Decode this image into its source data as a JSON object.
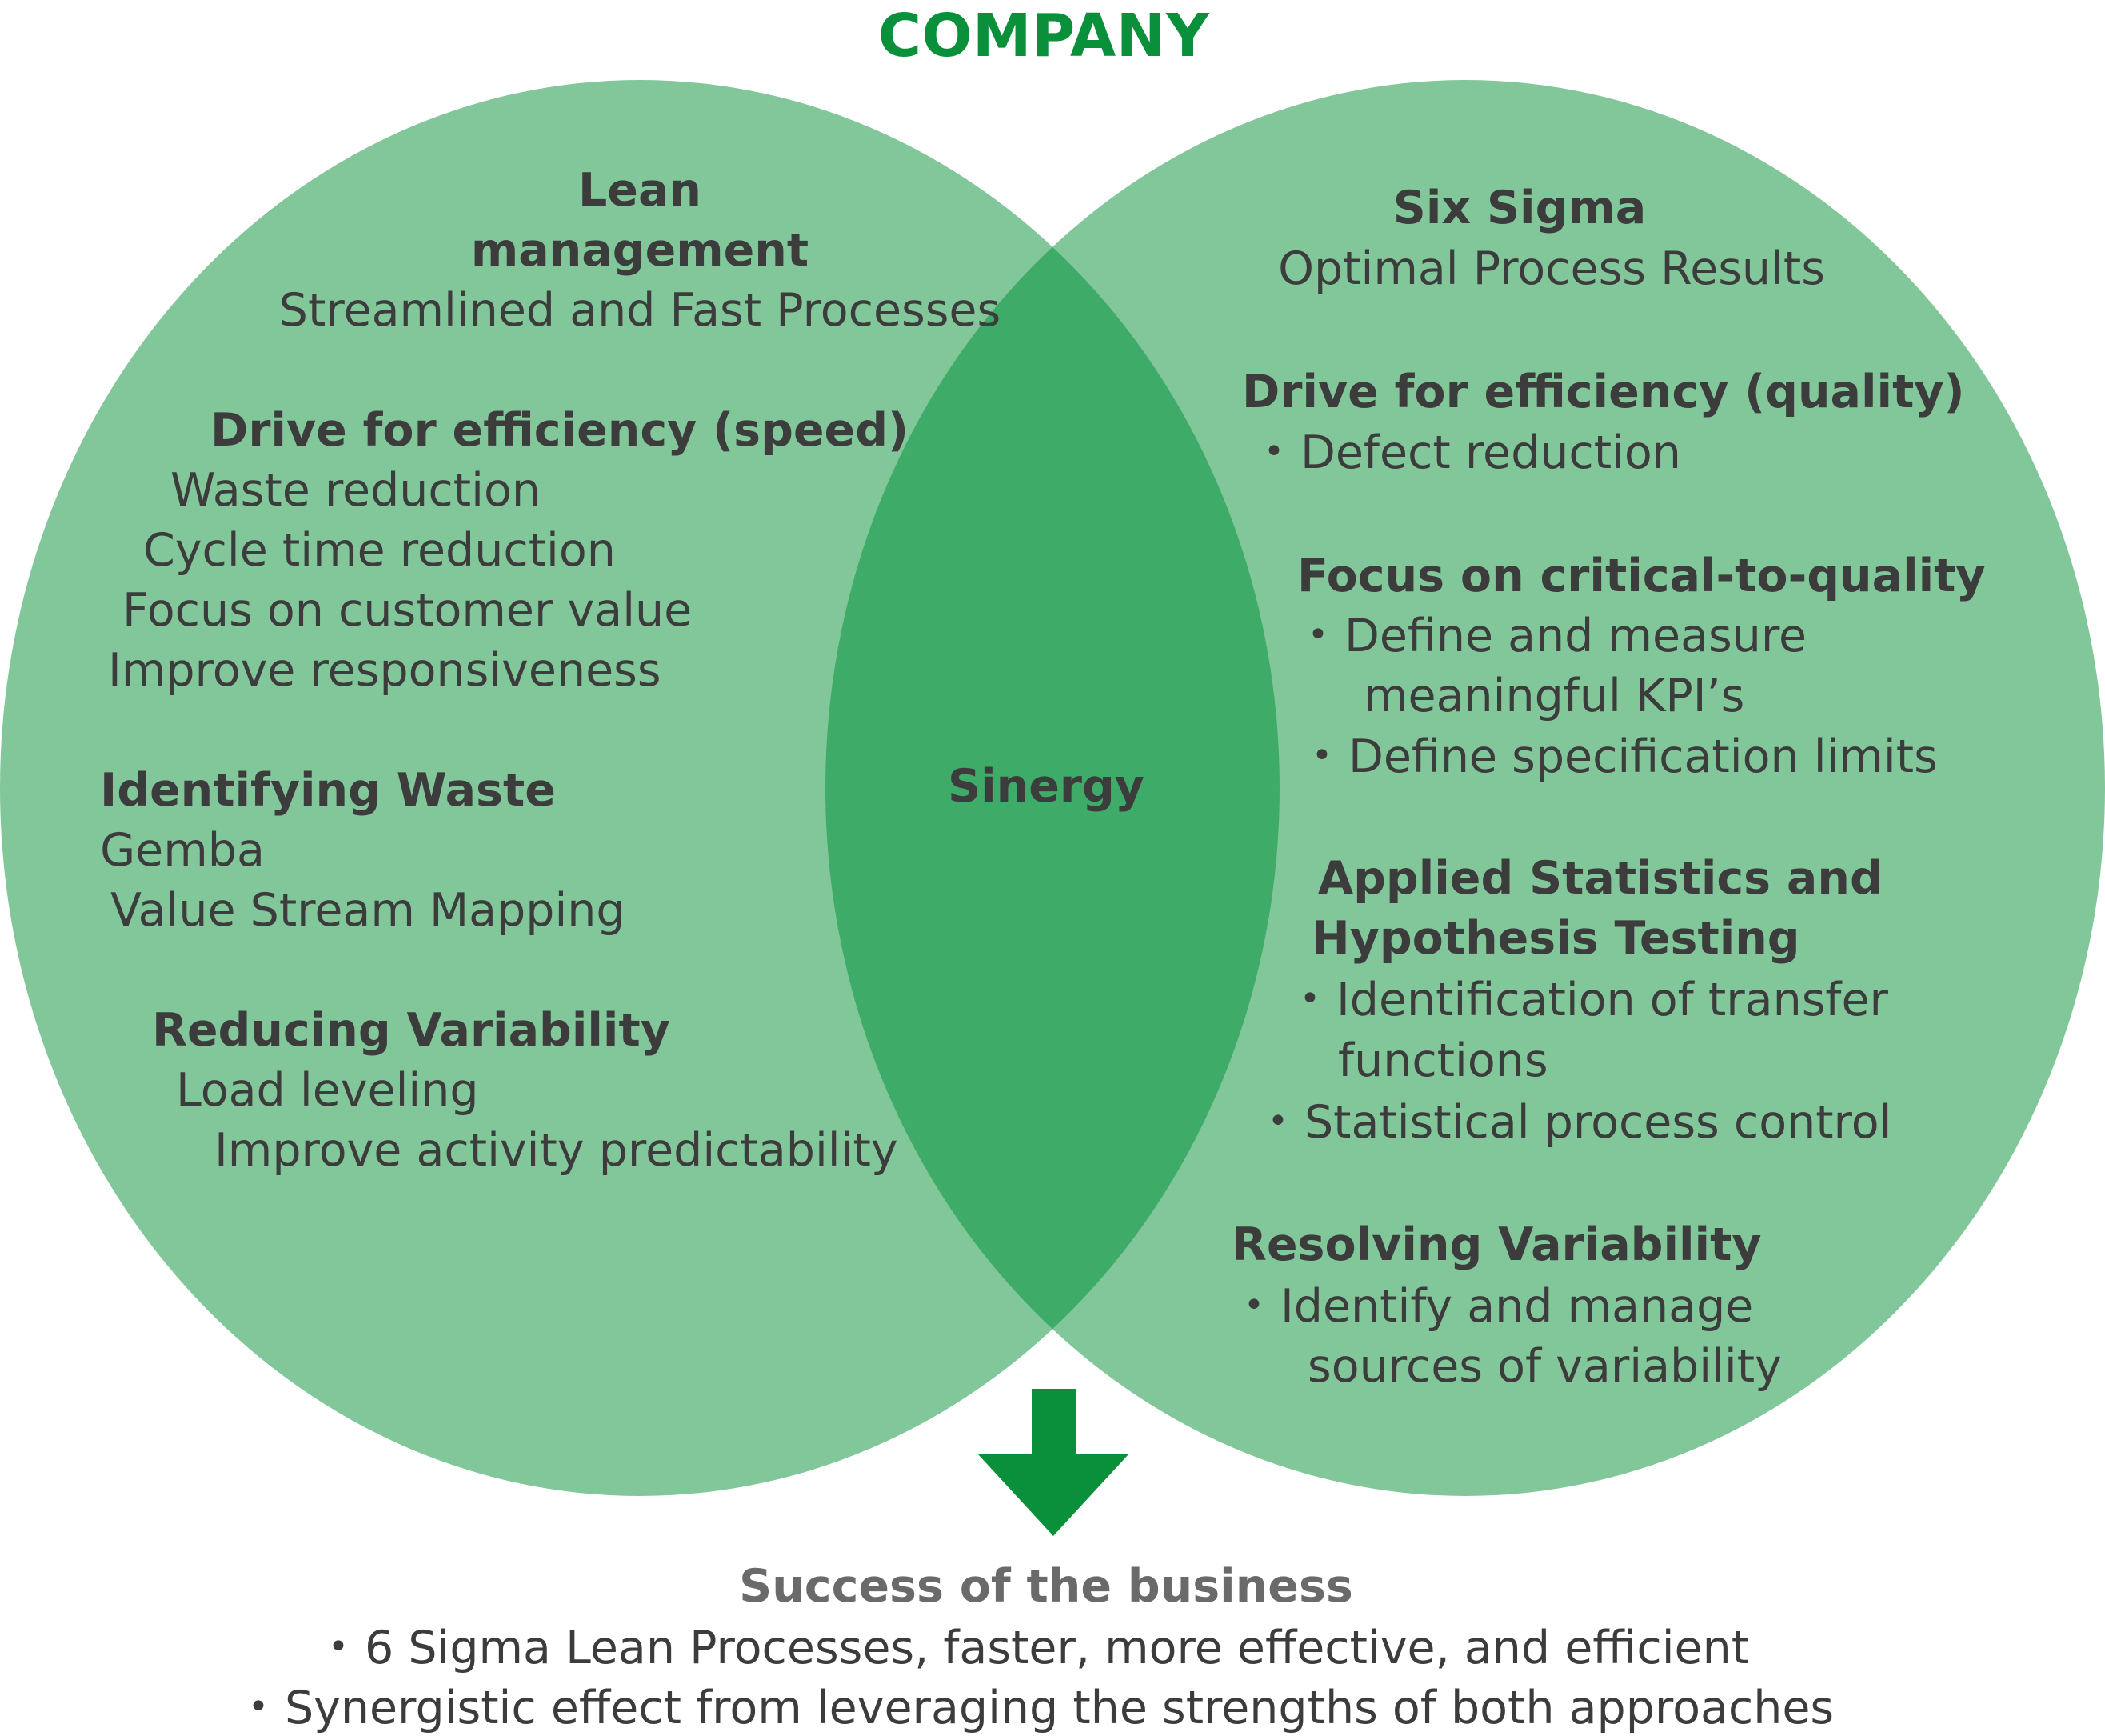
{
  "title": "COMPANY",
  "colors": {
    "circle_fill": "#82c79a",
    "overlap_fill": "#3fab68",
    "accent": "#0a8f3a",
    "text": "#3c3c3c",
    "bottom_heading": "#6a6a6a"
  },
  "left": {
    "title_line1": "Lean",
    "title_line2": "management",
    "subtitle": "Streamlined and Fast Processes",
    "sections": [
      {
        "heading": "Drive for efficiency (speed)",
        "items": [
          "Waste reduction",
          "Cycle time reduction",
          "Focus on customer value",
          "Improve responsiveness"
        ]
      },
      {
        "heading": "Identifying Waste",
        "items": [
          "Gemba",
          "Value Stream Mapping"
        ]
      },
      {
        "heading": "Reducing Variability",
        "items": [
          "Load leveling",
          "Improve activity predictability"
        ]
      }
    ]
  },
  "center": {
    "label": "Sinergy"
  },
  "right": {
    "title": "Six Sigma",
    "subtitle": "Optimal Process Results",
    "bullet": "•",
    "sections": [
      {
        "heading": "Drive for efficiency (quality)",
        "items": [
          "Defect reduction"
        ]
      },
      {
        "heading": "Focus on critical-to-quality",
        "items": [
          {
            "line1": "Define and measure",
            "line2": "meaningful KPI’s"
          },
          {
            "line1": "Define specification limits"
          }
        ]
      },
      {
        "heading_line1": "Applied Statistics and",
        "heading_line2": "Hypothesis Testing",
        "items": [
          {
            "line1": "Identification of transfer",
            "line2": "functions"
          },
          {
            "line1": "Statistical process control"
          }
        ]
      },
      {
        "heading": "Resolving Variability",
        "items": [
          {
            "line1": "Identify and manage",
            "line2": "sources of variability"
          }
        ]
      }
    ]
  },
  "arrow_icon": "down-arrow-icon",
  "bottom": {
    "heading": "Success of the business",
    "items": [
      "6 Sigma Lean Processes, faster, more effective, and efficient",
      "Synergistic effect from leveraging the strengths of both approaches"
    ]
  }
}
